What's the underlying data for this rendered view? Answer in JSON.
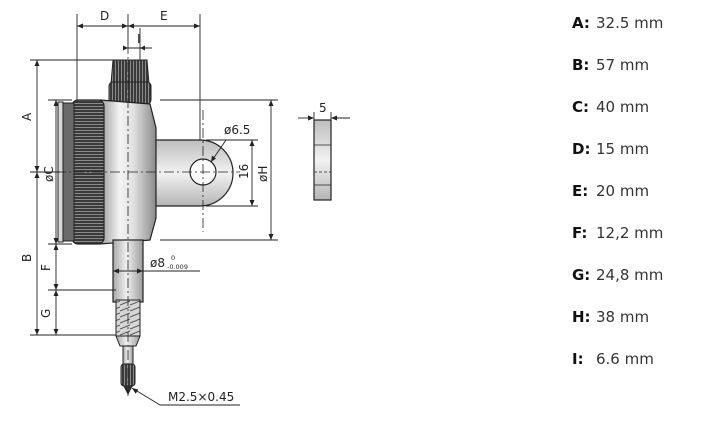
{
  "drawing": {
    "labels": {
      "D": "D",
      "E": "E",
      "I": "I",
      "A": "A",
      "B": "B",
      "F": "F",
      "G": "G",
      "C": "øC",
      "H": "øH",
      "hole": "ø6.5",
      "lug_height": "16",
      "lug_thickness": "5",
      "stem": "ø8",
      "stem_tol_upper": "0",
      "stem_tol_lower": "-0.009",
      "thread": "M2.5×0.45"
    }
  },
  "specs": [
    {
      "key": "A:",
      "value": "32.5 mm"
    },
    {
      "key": "B:",
      "value": "57 mm"
    },
    {
      "key": "C:",
      "value": "40 mm"
    },
    {
      "key": "D:",
      "value": "15 mm"
    },
    {
      "key": "E:",
      "value": "20 mm"
    },
    {
      "key": "F:",
      "value": "12,2 mm"
    },
    {
      "key": "G:",
      "value": "24,8 mm"
    },
    {
      "key": "H:",
      "value": "38 mm"
    },
    {
      "key": "I:",
      "value": "6.6 mm"
    }
  ]
}
